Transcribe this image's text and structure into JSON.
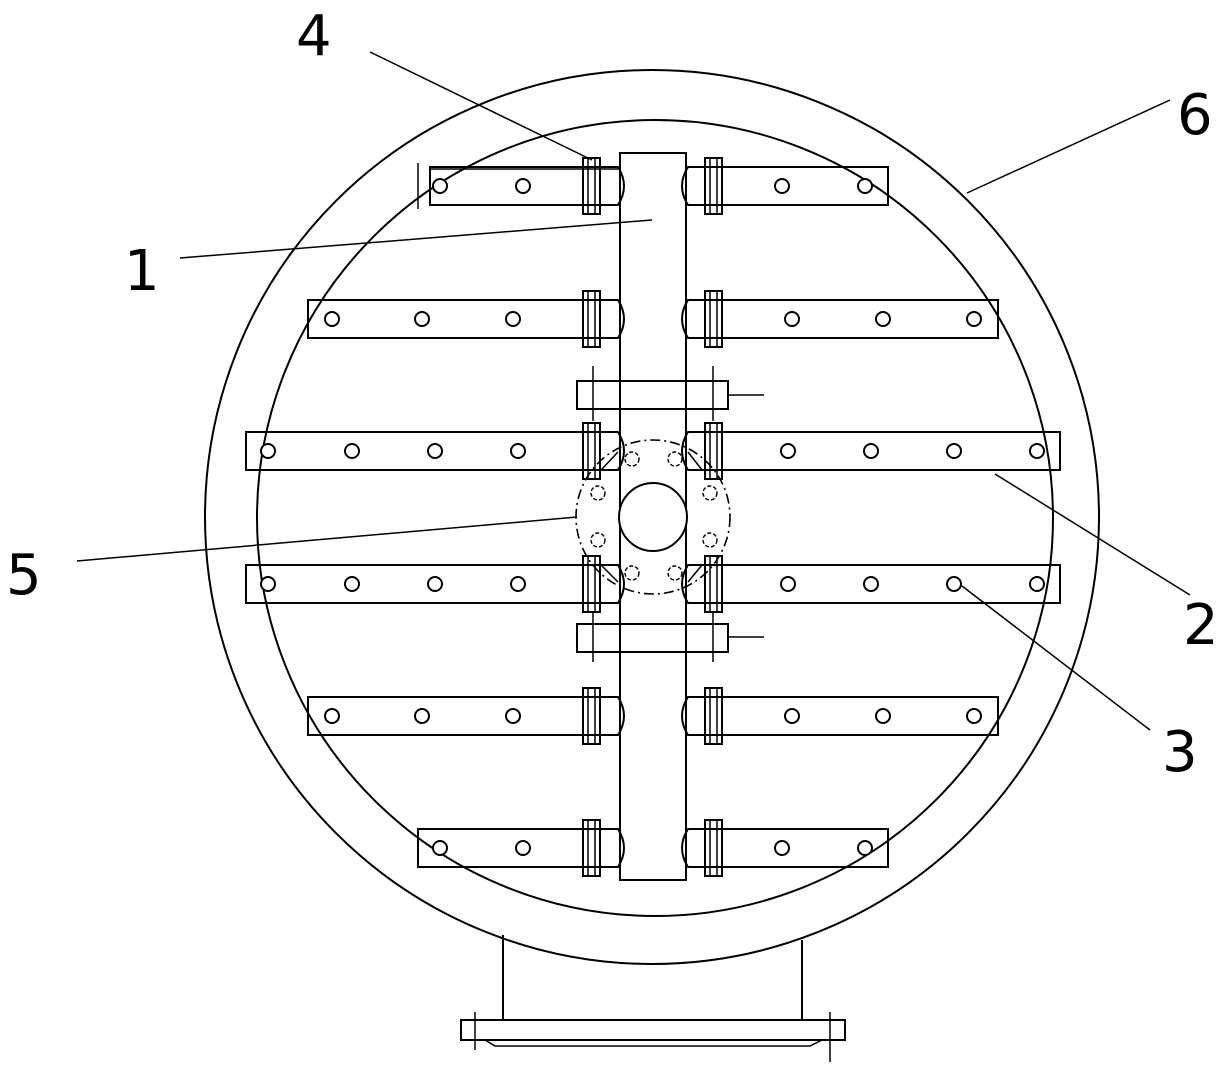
{
  "labels": {
    "part1": "1",
    "part2": "2",
    "part3": "3",
    "part4": "4",
    "part5": "5",
    "part6": "6"
  }
}
